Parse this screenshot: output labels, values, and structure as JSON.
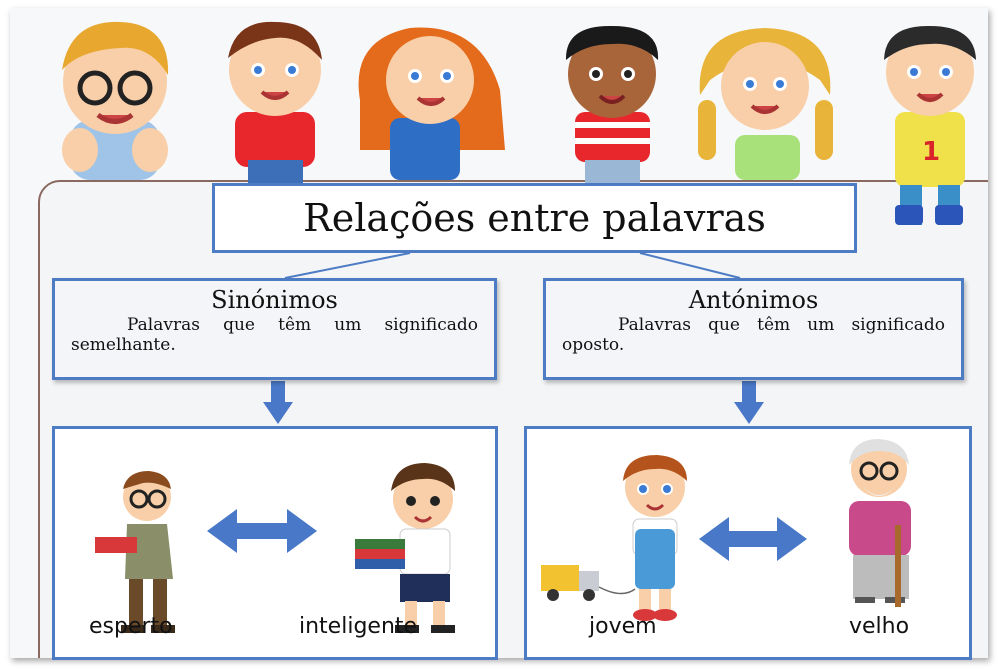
{
  "title": "Relações entre palavras",
  "synonyms": {
    "heading": "Sinónimos",
    "definition": "Palavras que têm um significado semelhante.",
    "word_left": "esperto",
    "word_right": "inteligente"
  },
  "antonyms": {
    "heading": "Antónimos",
    "definition": "Palavras que têm um significado oposto.",
    "word_left": "jovem",
    "word_right": "velho"
  },
  "colors": {
    "accent": "#4d7cc4",
    "arrow": "#4a78c8"
  },
  "icons": [
    "double-arrow-icon",
    "down-arrow-icon",
    "toy-truck-icon"
  ]
}
